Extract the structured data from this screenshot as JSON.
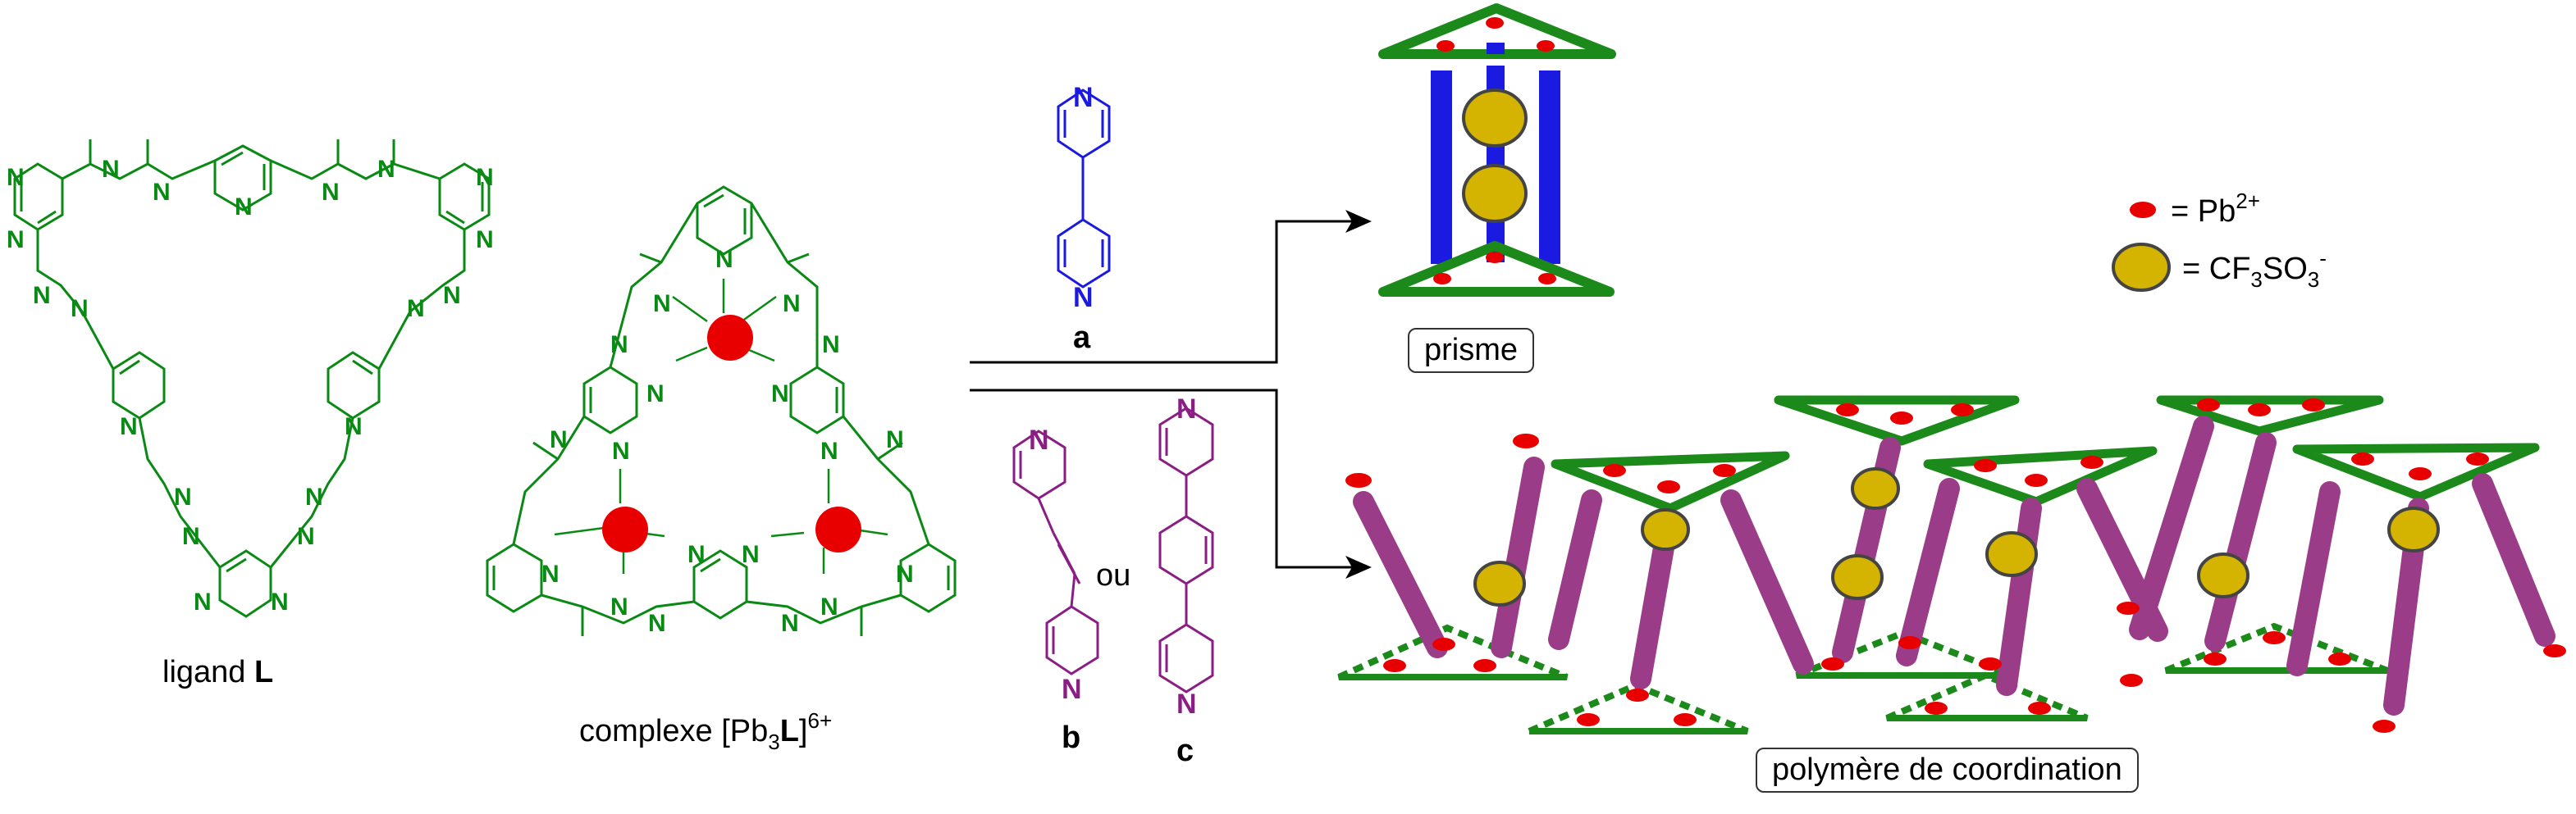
{
  "labels": {
    "ligand_prefix": "ligand ",
    "ligand_bold": "L",
    "complex_prefix": "complexe [Pb",
    "complex_sub": "3",
    "complex_bold": "L",
    "complex_suffix": "]",
    "complex_sup": "6+",
    "a": "a",
    "b": "b",
    "c": "c",
    "ou": "ou",
    "prisme": "prisme",
    "polymer": "polymère de coordination"
  },
  "legend": {
    "pb_eq": "= Pb",
    "pb_sup": "2+",
    "cf_eq": "= CF",
    "cf_sub1": "3",
    "cf_mid": "SO",
    "cf_sub2": "3",
    "cf_sup": "-"
  },
  "atoms": {
    "N": "N"
  },
  "colors": {
    "ligand_green": "#0a8a14",
    "linker_a_blue": "#1a1ae0",
    "linker_bc_purple": "#8a1e84",
    "pb_red": "#e80000",
    "triflate_yellow": "#d4b400",
    "prism_green": "#1b8a1b",
    "pillar_purple": "#9b3c88"
  }
}
